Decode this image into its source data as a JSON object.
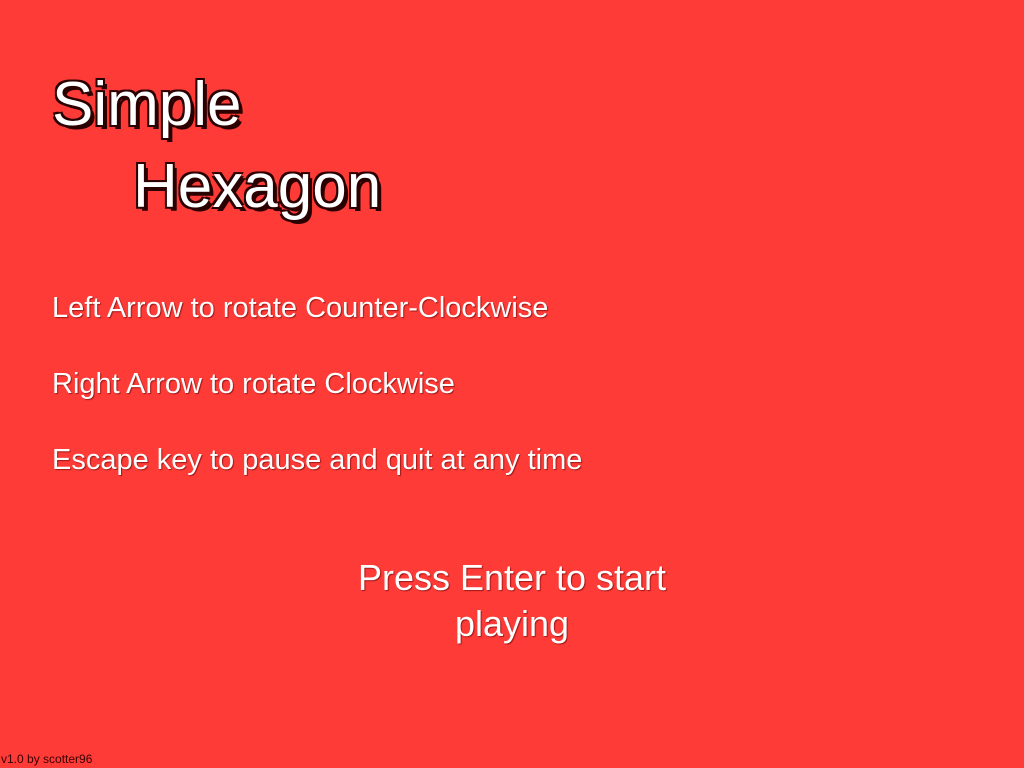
{
  "theme": {
    "background": "#ff3b37",
    "text": "#ffffff",
    "title_outline": "#2a0000",
    "footer_text": "#3a0000"
  },
  "title": {
    "line1": "Simple",
    "line2": "Hexagon"
  },
  "instructions": [
    "Left Arrow to rotate Counter-Clockwise",
    "Right Arrow to rotate Clockwise",
    "Escape key to pause and quit at any time"
  ],
  "start_prompt": {
    "line1": "Press Enter to start",
    "line2": "playing"
  },
  "footer": {
    "version": "v1.0 by scotter96"
  }
}
